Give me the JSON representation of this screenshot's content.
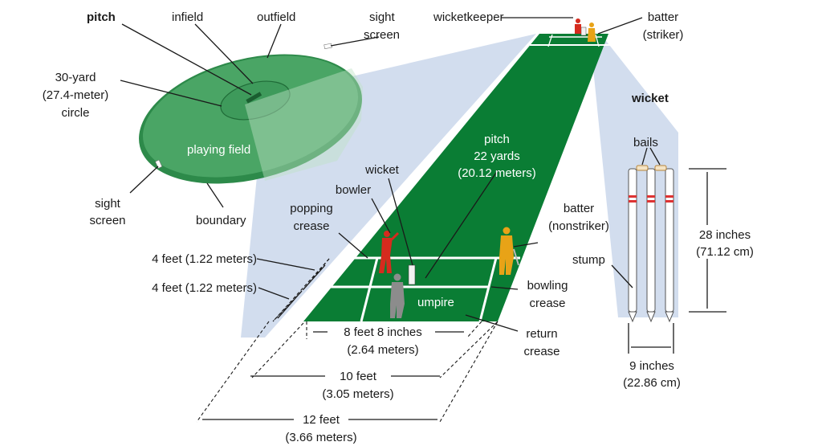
{
  "field": {
    "pitch": "pitch",
    "infield": "infield",
    "outfield": "outfield",
    "sight_screen_top": [
      "sight",
      "screen"
    ],
    "circle": [
      "30-yard",
      "(27.4-meter)",
      "circle"
    ],
    "playing_field": "playing field",
    "sight_screen_bottom": [
      "sight",
      "screen"
    ],
    "boundary": "boundary"
  },
  "pitch_view": {
    "wicketkeeper": "wicketkeeper",
    "batter_striker": [
      "batter",
      "(striker)"
    ],
    "pitch_length": [
      "pitch",
      "22 yards",
      "(20.12 meters)"
    ],
    "wicket": "wicket",
    "bowler": "bowler",
    "popping_crease": [
      "popping",
      "crease"
    ],
    "batter_nonstriker": [
      "batter",
      "(nonstriker)"
    ],
    "bowling_crease": [
      "bowling",
      "crease"
    ],
    "umpire": "umpire",
    "return_crease": [
      "return",
      "crease"
    ],
    "dim_4ft_a": "4 feet (1.22 meters)",
    "dim_4ft_b": "4 feet (1.22 meters)",
    "dim_8ft": [
      "8 feet 8 inches",
      "(2.64 meters)"
    ],
    "dim_10ft": [
      "10 feet",
      "(3.05 meters)"
    ],
    "dim_12ft": [
      "12 feet",
      "(3.66 meters)"
    ]
  },
  "wicket_view": {
    "title": "wicket",
    "bails": "bails",
    "stump": "stump",
    "height": [
      "28 inches",
      "(71.12 cm)"
    ],
    "width": [
      "9 inches",
      "(22.86 cm)"
    ]
  },
  "colors": {
    "field_green": "#3f9b5c",
    "pitch_green": "#0a7d34",
    "projection": "#cdd9ec",
    "bowler": "#d52b1e",
    "batter": "#e8a317",
    "umpire": "#8c8c8c"
  }
}
